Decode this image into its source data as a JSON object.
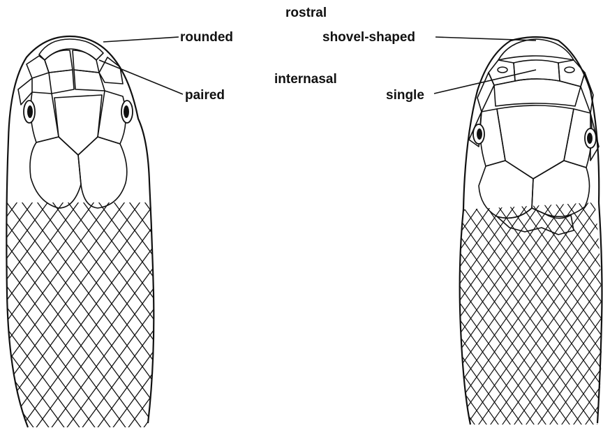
{
  "labels": {
    "rostral": "rostral",
    "internasal": "internasal",
    "rounded": "rounded",
    "paired": "paired",
    "shovel_shaped": "shovel-shaped",
    "single": "single"
  },
  "colors": {
    "ink": "#111111",
    "background": "#ffffff"
  }
}
